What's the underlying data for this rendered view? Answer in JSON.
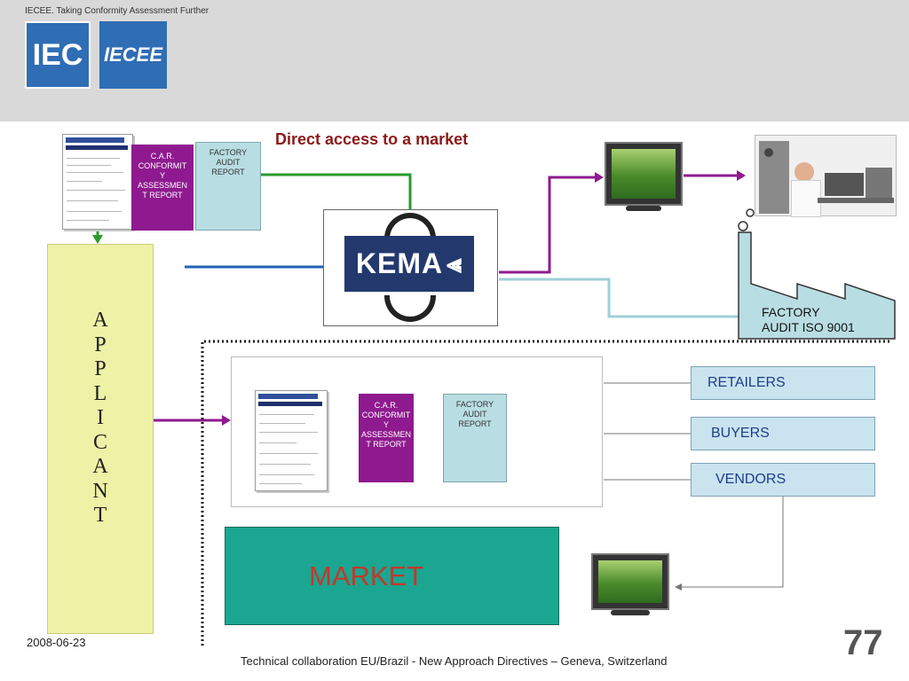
{
  "header": {
    "tagline": "IECEE. Taking Conformity Assessment Further",
    "logo_iec": "IEC",
    "logo_iecee": "IECEE"
  },
  "headline": "Direct access to a market",
  "top_docs": {
    "car_lines": [
      "C.A.R.",
      "CONFORMIT",
      "Y",
      "ASSESSMEN",
      "T REPORT"
    ],
    "factory_lines": [
      "FACTORY",
      "AUDIT",
      "REPORT"
    ]
  },
  "mid_docs": {
    "car_lines": [
      "C.A.R.",
      "CONFORMIT",
      "Y",
      "ASSESSMEN",
      "T REPORT"
    ],
    "factory_lines": [
      "FACTORY",
      "AUDIT",
      "REPORT"
    ]
  },
  "applicant_letters": [
    "A",
    "P",
    "P",
    "L",
    "I",
    "C",
    "A",
    "N",
    "T"
  ],
  "kema_label": "KEMA",
  "factory_audit_lines": [
    "FACTORY",
    "AUDIT ISO 9001"
  ],
  "parties": [
    "RETAILERS",
    "BUYERS",
    "VENDORS"
  ],
  "market_label": "MARKET",
  "footer": {
    "date": "2008-06-23",
    "text": "Technical collaboration EU/Brazil - New Approach Directives – Geneva, Switzerland",
    "page": "77"
  },
  "colors": {
    "purple": "#8f1a8f",
    "green": "#2a9a2a",
    "blue": "#2462b8",
    "light_blue": "#b8dde3",
    "market": "#1aa690",
    "applicant": "#eef2a6",
    "headline": "#8b1a1a"
  }
}
